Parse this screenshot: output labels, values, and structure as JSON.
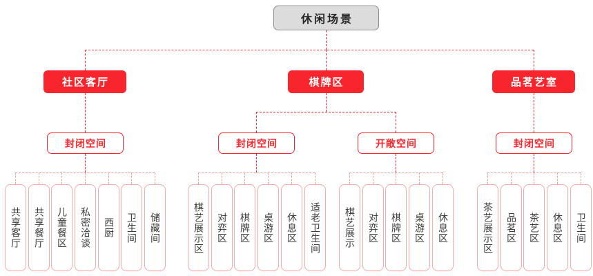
{
  "diagram": {
    "type": "tree",
    "title": "休闲场景",
    "colors": {
      "root_fill": "#dcdcdc",
      "root_border": "#8c8c8c",
      "root_text": "#262626",
      "category_fill": "#f8262c",
      "category_text": "#ffffff",
      "space_border": "#f8262c",
      "space_text": "#f8262c",
      "leaf_border": "#f5a9a9",
      "leaf_text": "#3c3c3c",
      "connector": "#f8262c",
      "connector_soft": "#f79a9a",
      "background": "#ffffff"
    }
  },
  "root": {
    "label": "休闲场景"
  },
  "categories": [
    {
      "label": "社区客厅"
    },
    {
      "label": "棋牌区"
    },
    {
      "label": "品茗艺室"
    }
  ],
  "spaces": [
    {
      "label": "封闭空间"
    },
    {
      "label": "封闭空间"
    },
    {
      "label": "开敞空间"
    },
    {
      "label": "封闭空间"
    }
  ],
  "leaf_groups": [
    {
      "parent": "封闭空间",
      "grandparent": "社区客厅",
      "leaves": [
        {
          "label": "共享客厅"
        },
        {
          "label": "共享餐厅"
        },
        {
          "label": "儿童餐区"
        },
        {
          "label": "私密洽谈"
        },
        {
          "label": "西厨"
        },
        {
          "label": "卫生间"
        },
        {
          "label": "储藏间"
        }
      ]
    },
    {
      "parent": "封闭空间",
      "grandparent": "棋牌区",
      "leaves": [
        {
          "label": "棋艺展示区"
        },
        {
          "label": "对弈区"
        },
        {
          "label": "棋牌区"
        },
        {
          "label": "桌游区"
        },
        {
          "label": "休息区"
        },
        {
          "label": "适老卫生间"
        }
      ]
    },
    {
      "parent": "开敞空间",
      "grandparent": "棋牌区",
      "leaves": [
        {
          "label": "棋艺展示"
        },
        {
          "label": "对弈区"
        },
        {
          "label": "棋牌区"
        },
        {
          "label": "桌游区"
        },
        {
          "label": "休息区"
        }
      ]
    },
    {
      "parent": "封闭空间",
      "grandparent": "品茗艺室",
      "leaves": [
        {
          "label": "茶艺展示区"
        },
        {
          "label": "品茗区"
        },
        {
          "label": "茶艺区"
        },
        {
          "label": "休息区"
        },
        {
          "label": "卫生间"
        }
      ]
    }
  ]
}
